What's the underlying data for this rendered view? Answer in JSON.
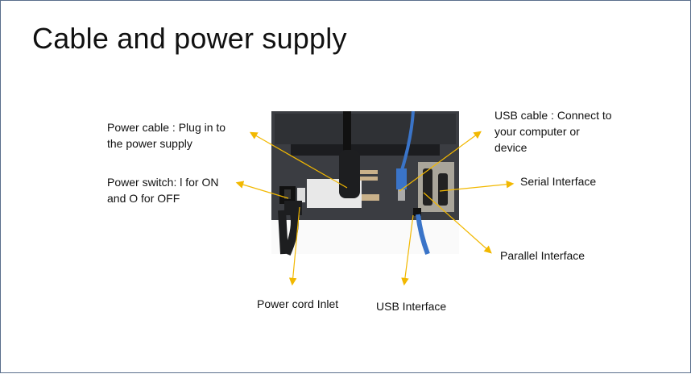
{
  "slide": {
    "title": "Cable and power supply",
    "labels": {
      "power_cable": "Power cable : Plug in to\nthe power supply",
      "power_switch": "Power switch: l for ON\nand O for OFF",
      "power_cord_inlet": "Power cord Inlet",
      "usb_cable": "USB cable : Connect to\nyour computer or\ndevice",
      "serial_interface": "Serial Interface",
      "parallel_interface": "Parallel Interface",
      "usb_interface": "USB Interface"
    },
    "arrow_color": "#F2B800"
  }
}
